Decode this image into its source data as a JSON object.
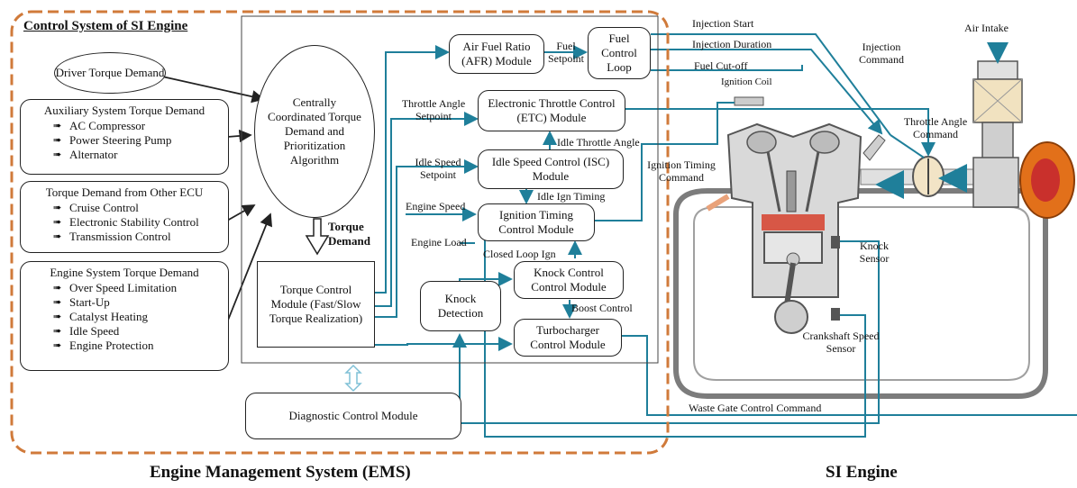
{
  "colors": {
    "ems_border": "#d07a3a",
    "signal_line": "#1f7f9a",
    "black": "#222222",
    "engine_gray": "#8a8a8a",
    "turbo_orange": "#e2701a"
  },
  "ems": {
    "section_title": "Control System of SI Engine",
    "footer_title": "Engine Management System (EMS)",
    "driver_torque": "Driver Torque Demand",
    "auxiliary": {
      "title": "Auxiliary System Torque Demand",
      "items": [
        "AC Compressor",
        "Power Steering Pump",
        "Alternator"
      ]
    },
    "other_ecu": {
      "title": "Torque Demand from Other ECU",
      "items": [
        "Cruise Control",
        "Electronic Stability Control",
        "Transmission Control"
      ]
    },
    "engine_system": {
      "title": "Engine System Torque Demand",
      "items": [
        "Over Speed Limitation",
        "Start-Up",
        "Catalyst Heating",
        "Idle Speed",
        "Engine Protection"
      ]
    },
    "central_algorithm": "Centrally Coordinated Torque Demand and Prioritization Algorithm",
    "torque_demand_label": "Torque Demand",
    "torque_control_module": "Torque Control Module (Fast/Slow Torque Realization)",
    "diagnostic_module": "Diagnostic Control Module",
    "afr_module": "Air Fuel Ratio (AFR) Module",
    "fuel_setpoint": "Fuel Setpoint",
    "fuel_control_loop": "Fuel Control Loop",
    "etc_module": "Electronic Throttle Control (ETC) Module",
    "throttle_angle_setpoint": "Throttle Angle Setpoint",
    "idle_throttle_angle": "Idle Throttle Angle",
    "isc_module": "Idle Speed Control (ISC) Module",
    "idle_speed_setpoint": "Idle Speed Setpoint",
    "idle_ign_timing": "Idle Ign Timing",
    "ignition_module": "Ignition Timing Control Module",
    "engine_speed": "Engine Speed",
    "engine_load": "Engine Load",
    "closed_loop_ign": "Closed Loop Ign",
    "knock_control_module": "Knock Control Control Module",
    "knock_detection": "Knock Detection",
    "boost_control": "Boost Control",
    "turbo_module": "Turbocharger Control Module"
  },
  "engine": {
    "footer_title": "SI Engine",
    "injection_start": "Injection Start",
    "injection_duration": "Injection Duration",
    "injection_command": "Injection Command",
    "fuel_cutoff": "Fuel Cut-off",
    "ignition_coil": "Ignition Coil",
    "air_intake": "Air Intake",
    "throttle_angle_command": "Throttle Angle Command",
    "ignition_timing_command": "Ignition Timing Command",
    "knock_sensor": "Knock Sensor",
    "crankshaft_sensor": "Crankshaft Speed Sensor",
    "waste_gate_command": "Waste Gate Control Command"
  }
}
